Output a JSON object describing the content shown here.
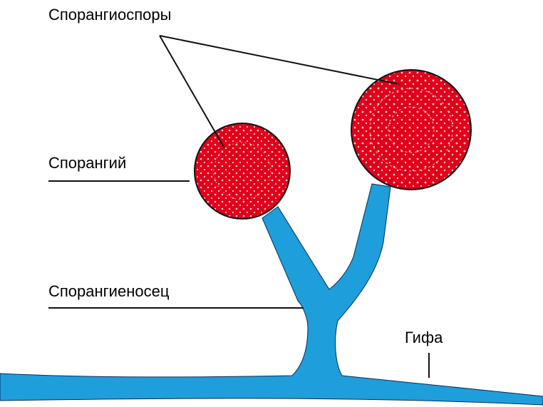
{
  "labels": {
    "sporangiospores": "Спорангиоспоры",
    "sporangium": "Спорангий",
    "sporangiophore": "Спорангиеносец",
    "hypha": "Гифа"
  },
  "colors": {
    "hypha_fill": "#1e9fdb",
    "hypha_outline": "#0b2a55",
    "sporangium_fill": "#e0001b",
    "spore_dots": "#ffd0d0",
    "outline": "#111111",
    "text": "#000000"
  }
}
